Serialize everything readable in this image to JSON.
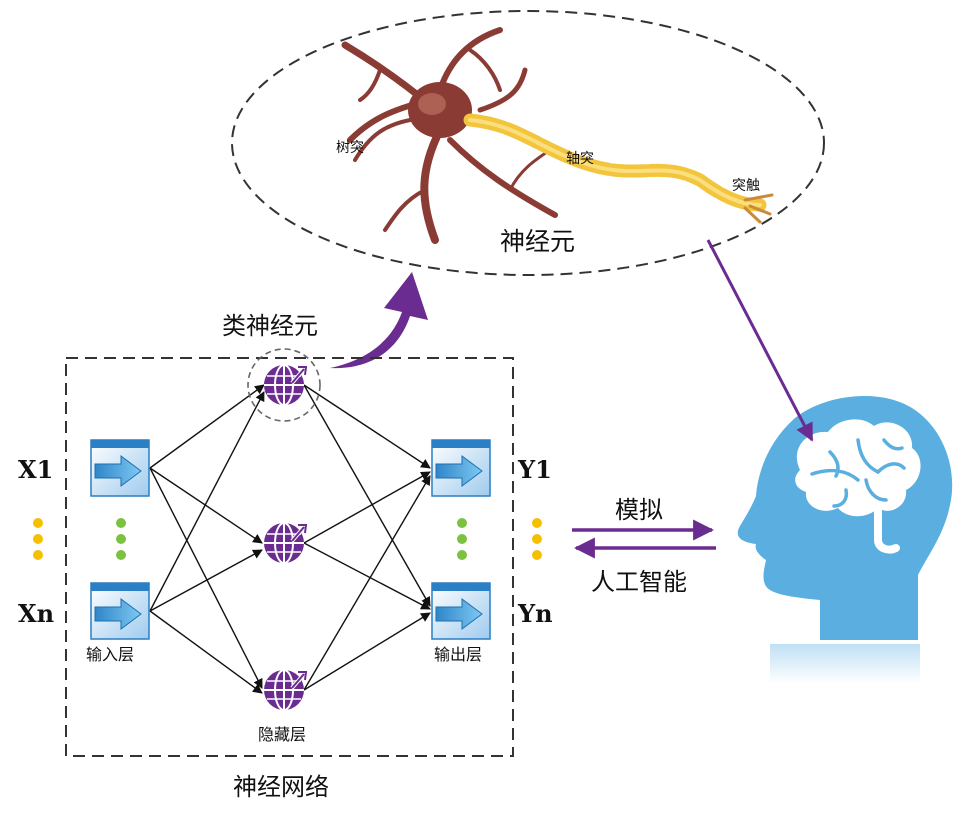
{
  "neuron": {
    "title": "神经元",
    "dendrite_label": "树突",
    "axon_label": "轴突",
    "synapse_label": "突触"
  },
  "network": {
    "caption": "神经网络",
    "artificial_neuron_label": "类神经元",
    "input_layer_label": "输入层",
    "hidden_layer_label": "隐藏层",
    "output_layer_label": "输出层",
    "input_first": "X1",
    "input_last": "Xn",
    "output_first": "Y1",
    "output_last": "Yn"
  },
  "relation": {
    "simulate_label": "模拟",
    "ai_label": "人工智能"
  },
  "colors": {
    "purple": "#6b2c91",
    "head_blue": "#5aaee0",
    "box_blue": "#3b8fd0",
    "dot_yellow": "#f5c000",
    "dot_green": "#7cc242",
    "axon_yellow": "#f2c53d",
    "neuron_body": "#8a3b34"
  }
}
